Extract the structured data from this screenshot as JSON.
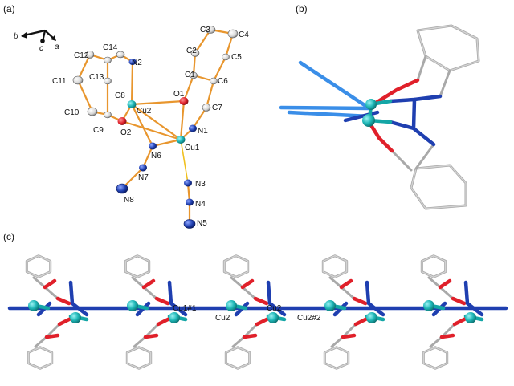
{
  "panels": {
    "a": "(a)",
    "b": "(b)",
    "c": "(c)"
  },
  "axes": {
    "b": "b",
    "c": "c",
    "a": "a"
  },
  "atom_labels": {
    "C3": "C3",
    "C4": "C4",
    "C2": "C2",
    "C5": "C5",
    "C1": "C1",
    "C6": "C6",
    "C7": "C7",
    "O1": "O1",
    "N1": "N1",
    "C14": "C14",
    "N2": "N2",
    "C12": "C12",
    "C13": "C13",
    "C11": "C11",
    "C8": "C8",
    "Cu2": "Cu2",
    "C10": "C10",
    "C9": "C9",
    "O2": "O2",
    "N6": "N6",
    "Cu1": "Cu1",
    "N7": "N7",
    "N8": "N8",
    "N3": "N3",
    "N4": "N4",
    "N5": "N5"
  },
  "chain_labels": {
    "cu1_1": "Cu1#1",
    "cu2_a": "Cu2",
    "cu2_b": "Cu2",
    "cu2_2": "Cu2#2"
  },
  "colors": {
    "copper": "#1fb7b7",
    "oxygen": "#e0202a",
    "nitrogen": "#1f3fb0",
    "carbon": "#a9a9a9",
    "bond": "#e8962e"
  }
}
